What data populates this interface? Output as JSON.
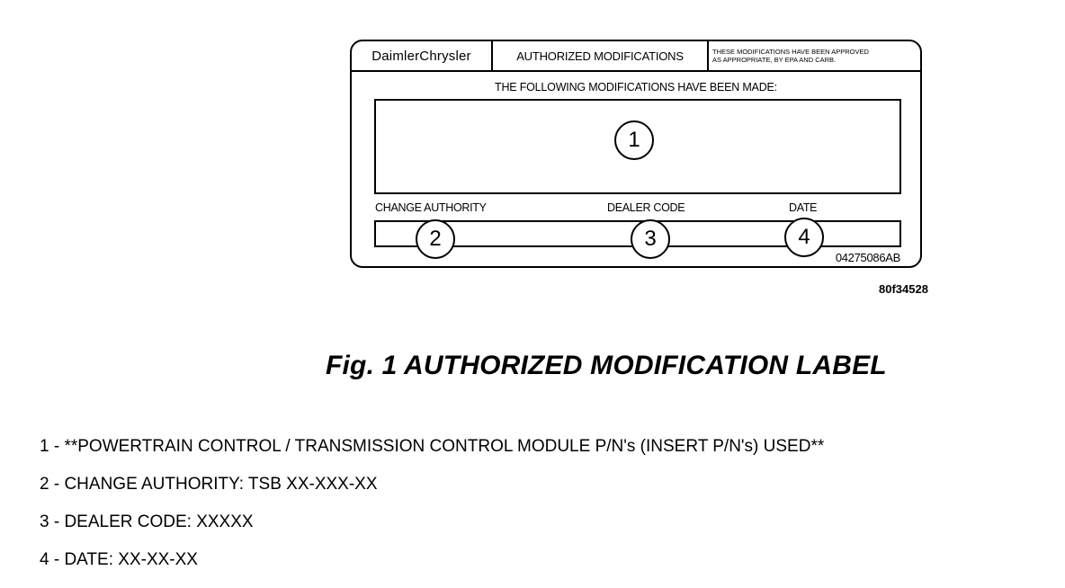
{
  "label": {
    "brand": "DaimlerChrysler",
    "title": "AUTHORIZED MODIFICATIONS",
    "approval_note_line1": "THESE MODIFICATIONS HAVE BEEN APPROVED",
    "approval_note_line2": "AS APPROPRIATE, BY EPA AND CARB.",
    "modifications_heading": "THE FOLLOWING MODIFICATIONS HAVE BEEN MADE:",
    "field_change_authority": "CHANGE AUTHORITY",
    "field_dealer_code": "DEALER CODE",
    "field_date": "DATE",
    "part_code": "04275086AB",
    "callouts": [
      "1",
      "2",
      "3",
      "4"
    ]
  },
  "figure_id": "80f34528",
  "caption": "Fig. 1 AUTHORIZED MODIFICATION LABEL",
  "legend": [
    "1 - **POWERTRAIN CONTROL / TRANSMISSION CONTROL MODULE P/N's (INSERT P/N's) USED**",
    "2 - CHANGE AUTHORITY: TSB XX-XXX-XX",
    "3 - DEALER CODE: XXXXX",
    "4 - DATE: XX-XX-XX"
  ]
}
